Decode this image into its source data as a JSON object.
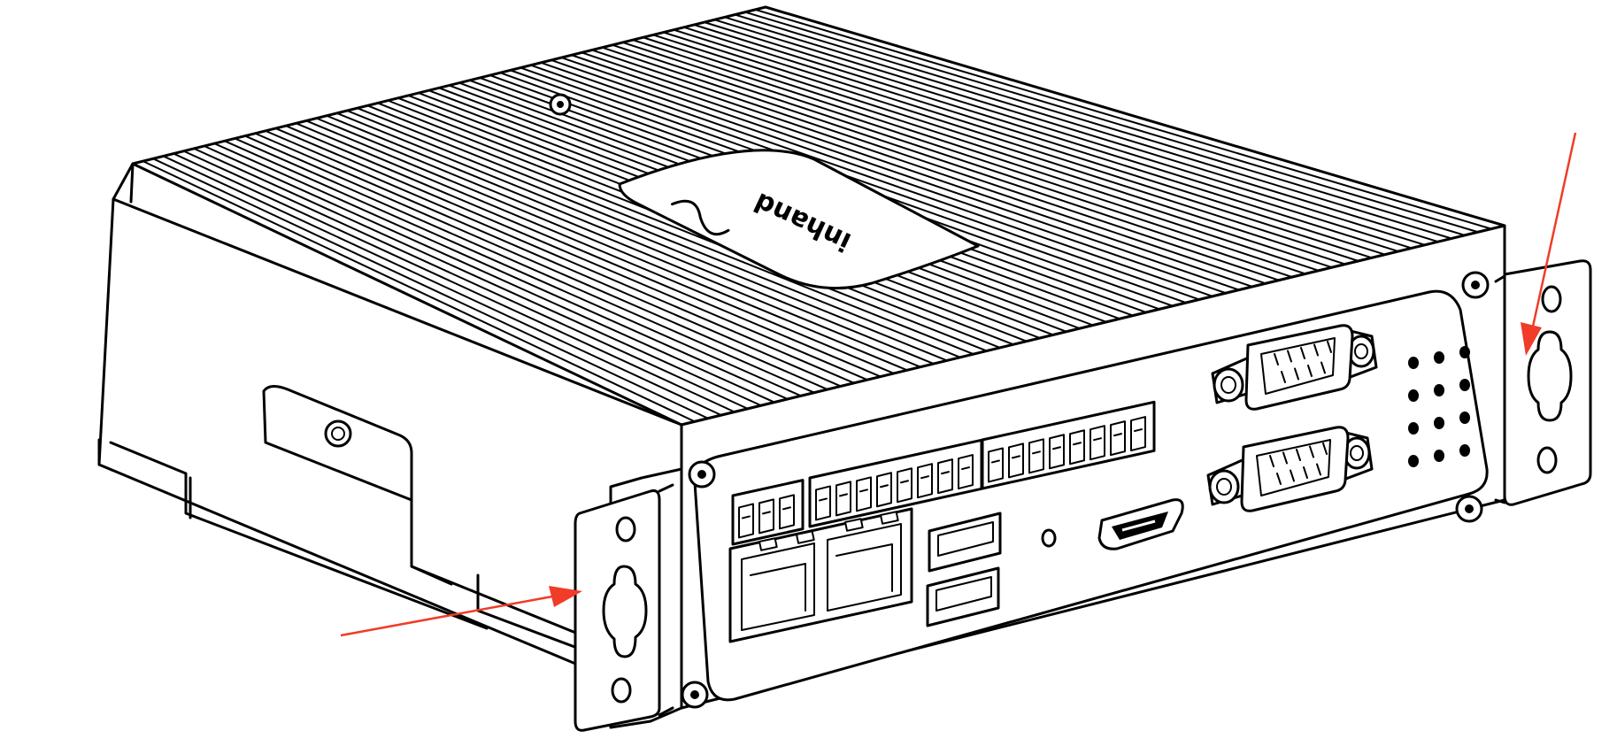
{
  "figure": {
    "logo": {
      "text": "inhand"
    },
    "arrow_color": "#f03c28",
    "line_color": "#000000",
    "callouts": [
      {
        "target": "mounting-ear-left-keyhole"
      },
      {
        "target": "mounting-ear-right-keyhole"
      }
    ],
    "ports": {
      "terminal_blocks": [
        3,
        8,
        8
      ],
      "ethernet": 2,
      "usb": 2,
      "hdmi": 1,
      "serial_db9": 2,
      "indicator_leds": 12
    }
  }
}
